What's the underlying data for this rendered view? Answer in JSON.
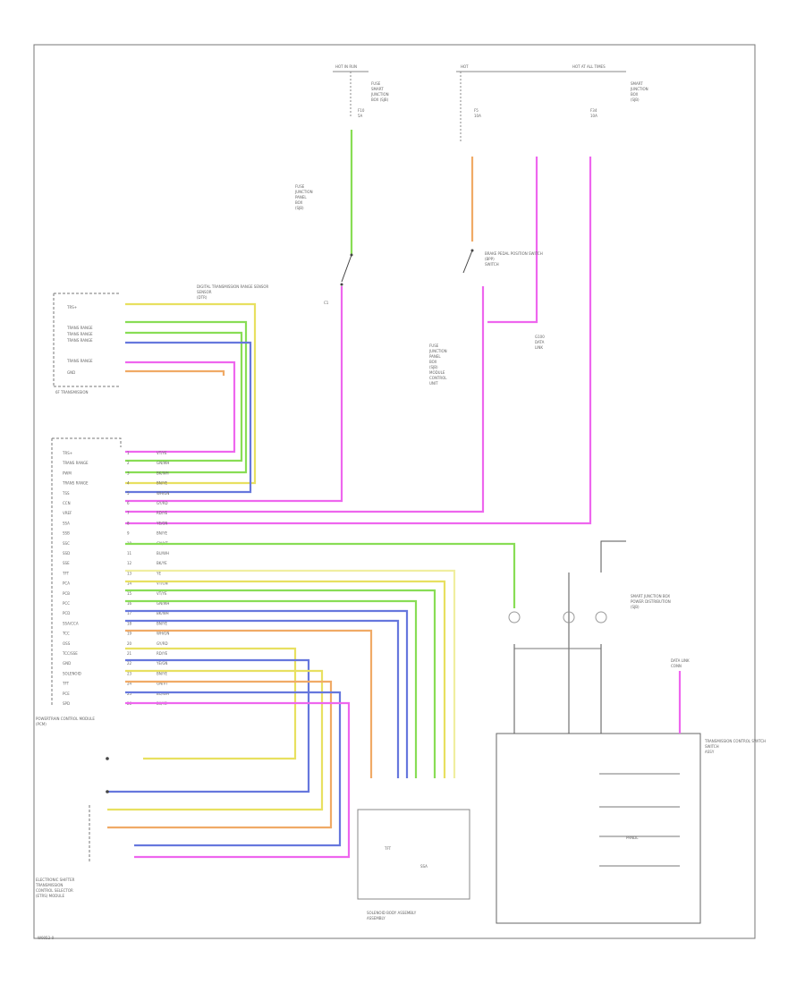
{
  "footer_code": "W0052-0",
  "pin_labels": [
    "TRS+",
    "TRANS RANGE",
    "PWM",
    "TRANS RANGE",
    "TSS",
    "CCN",
    "VREF",
    "SSA",
    "SSB",
    "SSC",
    "SSD",
    "SSE",
    "TFT",
    "PCA",
    "PCB",
    "PCC",
    "PCD",
    "SSA/CCA",
    "TCC",
    "OSS",
    "TCC/SSE",
    "GND",
    "SOLENOID",
    "TFT",
    "PCE",
    "SPD"
  ],
  "wire_colors": [
    "VT/YE",
    "GN/WH",
    "BK/WH",
    "BN/YE",
    "WH/GN",
    "GY/RD",
    "RD/YE",
    "YE/GN",
    "BN/YE",
    "GN/VT",
    "BU/WH",
    "BK/YE",
    "YE",
    "VT/GN"
  ],
  "component_labels": {
    "top_fuse_box_a": "HOT IN RUN",
    "top_fuse_box_b": "HOT AT ALL TIMES",
    "transmission": "6F TRANSMISSION",
    "pcm": "POWERTRAIN CONTROL MODULE",
    "tr_sensor": "DIGITAL TRANSMISSION RANGE SENSOR",
    "shifter": "ELECTRONIC SHIFTER",
    "switch_center": "TRANSMISSION CONTROL SWITCH",
    "junction": "SMART JUNCTION BOX",
    "ground": "G100",
    "data_link": "DATA LINK",
    "brake_switch": "BRAKE PEDAL POSITION SWITCH",
    "solenoid_body": "SOLENOID BODY ASSEMBLY"
  },
  "colors": {
    "background": "#ffffff",
    "frame": "#555555",
    "magenta": "#ee66ee",
    "green": "#88dd55",
    "orange": "#f0aa66",
    "yellow": "#e8e060",
    "blue": "#6677dd",
    "lightyellow": "#f0eea0",
    "teal": "#88ccaa",
    "pink": "#ff88aa"
  }
}
